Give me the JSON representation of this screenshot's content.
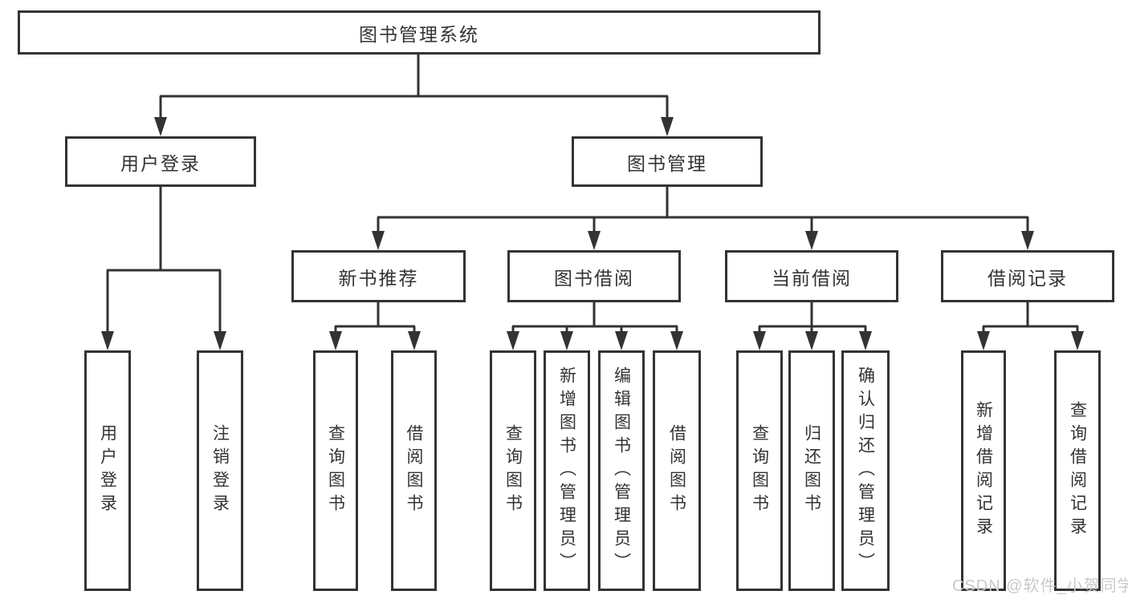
{
  "colors": {
    "line": "#333333",
    "text": "#333333",
    "watermark": "#c9c9c9",
    "background": "#ffffff"
  },
  "watermark": "CSDN @软件_小贺同学",
  "tree": {
    "root": "图书管理系统",
    "login": {
      "label": "用户登录",
      "children": [
        "用户登录",
        "注销登录"
      ]
    },
    "mgmt": {
      "label": "图书管理",
      "sections": [
        {
          "label": "新书推荐",
          "children": [
            "查询图书",
            "借阅图书"
          ]
        },
        {
          "label": "图书借阅",
          "children": [
            "查询图书",
            "新增图书（管理员）",
            "编辑图书（管理员）",
            "借阅图书"
          ]
        },
        {
          "label": "当前借阅",
          "children": [
            "查询图书",
            "归还图书",
            "确认归还（管理员）"
          ]
        },
        {
          "label": "借阅记录",
          "children": [
            "新增借阅记录",
            "查询借阅记录"
          ]
        }
      ]
    }
  }
}
